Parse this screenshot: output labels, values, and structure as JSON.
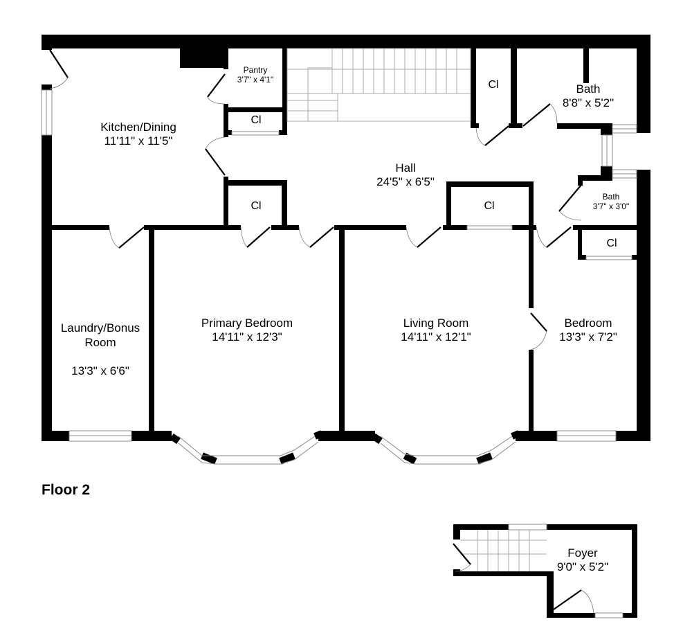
{
  "floor_label": "Floor 2",
  "rooms": {
    "kitchen": {
      "name": "Kitchen/Dining",
      "dims": "11'11\" x 11'5\""
    },
    "pantry": {
      "name": "Pantry",
      "dims": "3'7\" x 4'1\""
    },
    "hall": {
      "name": "Hall",
      "dims": "24'5\" x 6'5\""
    },
    "bath_main": {
      "name": "Bath",
      "dims": "8'8\" x 5'2\""
    },
    "bath_small": {
      "name": "Bath",
      "dims": "3'7\" x 3'0\""
    },
    "laundry": {
      "name": "Laundry/Bonus\nRoom",
      "dims": "13'3\" x 6'6\""
    },
    "primary_bedroom": {
      "name": "Primary Bedroom",
      "dims": "14'11\" x 12'3\""
    },
    "living_room": {
      "name": "Living Room",
      "dims": "14'11\" x 12'1\""
    },
    "bedroom": {
      "name": "Bedroom",
      "dims": "13'3\" x 7'2\""
    },
    "foyer": {
      "name": "Foyer",
      "dims": "9'0\" x 5'2\""
    }
  },
  "closet_label": "Cl"
}
